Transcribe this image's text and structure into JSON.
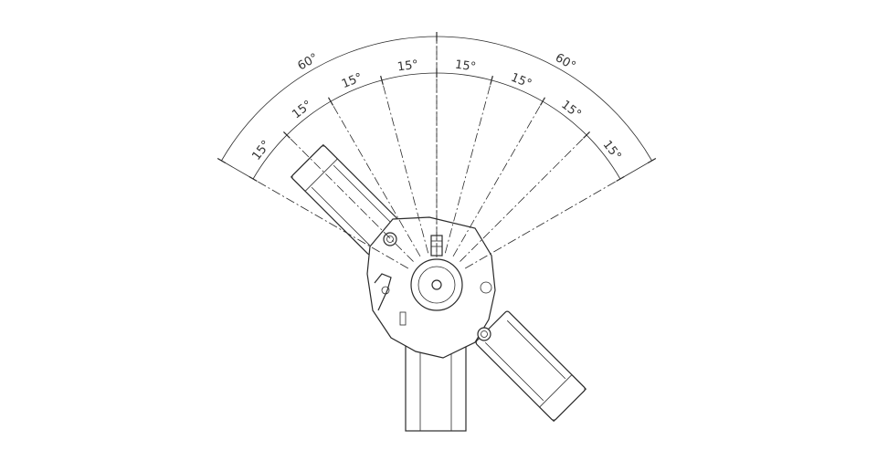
{
  "diagram": {
    "outer_labels": [
      "60°",
      "60°"
    ],
    "inner_labels": [
      "15°",
      "15°",
      "15°",
      "15°",
      "15°",
      "15°",
      "15°",
      "15°"
    ],
    "line_color": "#2b2b2b",
    "background": "#ffffff"
  }
}
